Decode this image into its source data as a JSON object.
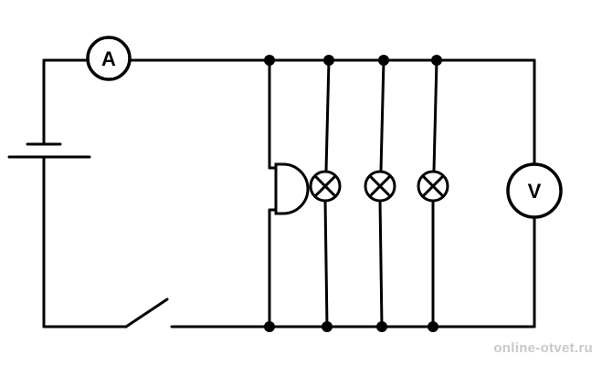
{
  "ammeter": {
    "label": "A"
  },
  "voltmeter": {
    "label": "V"
  },
  "watermark": "online-otvet.ru"
}
